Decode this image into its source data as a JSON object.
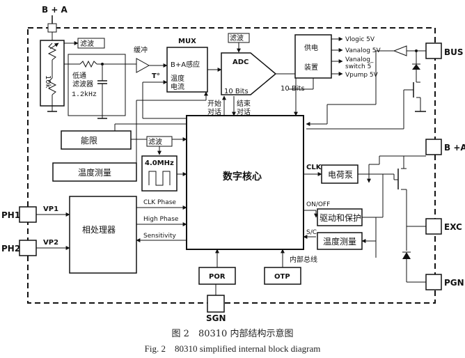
{
  "labels": {
    "b_plus_a_top": "B + A",
    "lvbo1": "滤波",
    "lvbo2": "滤波",
    "lvbo3": "滤波",
    "r10": "10k",
    "lowpass": "低通\n滤波器",
    "lowpass_freq": "1.2kHz",
    "huanchong": "缓冲",
    "mux": "MUX",
    "ba_sense": "B+A感应",
    "temp_mux": "温度\n电流",
    "t_deg": "T°",
    "adc": "ADC",
    "bits_adc": "10 Bits",
    "bits_right": "10 Bits",
    "start_conv": "开始\n对话",
    "end_conv": "结束\n对话",
    "gongdian": "供电\n\n装置",
    "vlogic": "Vlogic 5V",
    "vanalog": "Vanalog 5V",
    "vanalog_sw": "Vanalog_\nswitch 5",
    "vpump": "Vpump 5V",
    "bus": "BUS",
    "nengxian": "能限",
    "temp_left": "温度测量",
    "osc": "4.0MHz",
    "core": "数字核心",
    "clk": "CLK",
    "charge_pump": "电荷泵",
    "b_plus_a_right": "B +A",
    "onoff": "ON/OFF",
    "drive": "驱动和保护",
    "exc": "EXC",
    "sc": "S/C",
    "temp_right": "温度测量",
    "pgn": "PGN",
    "ph1": "PH1",
    "ph2": "PH2",
    "vp1": "VP1",
    "vp2": "VP2",
    "phase_proc": "相处理器",
    "clk_phase": "CLK Phase",
    "high_phase": "High Phase",
    "sensitivity": "Sensitivity",
    "internal_bus": "内部总线",
    "por": "POR",
    "otp": "OTP",
    "sgn": "SGN"
  },
  "caption": {
    "cn": "图 2　80310 内部结构示意图",
    "en": "Fig. 2　80310 simplified internal block diagram"
  }
}
